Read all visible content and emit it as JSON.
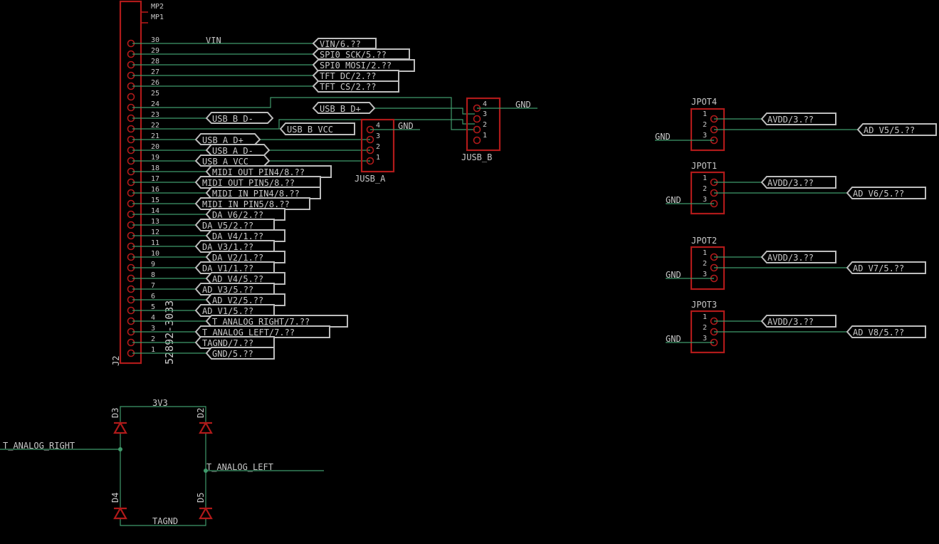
{
  "colors": {
    "background": "#000000",
    "wire": "#3f9a6b",
    "part": "#b01a1a",
    "text": "#c8c8c8",
    "flag_border": "#bdbdbd"
  },
  "connector_j2": {
    "name": "J2",
    "value": "52892-3033",
    "mount_pins": [
      "MP2",
      "MP1"
    ],
    "pin_numbers": [
      "30",
      "29",
      "28",
      "27",
      "26",
      "25",
      "24",
      "23",
      "22",
      "21",
      "20",
      "19",
      "18",
      "17",
      "16",
      "15",
      "14",
      "13",
      "12",
      "11",
      "10",
      "9",
      "8",
      "7",
      "6",
      "5",
      "4",
      "3",
      "2",
      "1"
    ],
    "vin_label": "VIN"
  },
  "net_flags": [
    "VIN/6.??",
    "SPI0_SCK/5.??",
    "SPI0_MOSI/2.??",
    "TFT_DC/2.??",
    "TFT_CS/2.??",
    "USB_B_D-",
    "USB_B_D+",
    "USB_B_VCC",
    "USB_A_D+",
    "USB_A_D-",
    "USB_A_VCC",
    "MIDI_OUT_PIN4/8.??",
    "MIDI_OUT_PIN5/8.??",
    "MIDI_IN_PIN4/8.??",
    "MIDI_IN_PIN5/8.??",
    "DA_V6/2.??",
    "DA_V5/2.??",
    "DA_V4/1.??",
    "DA_V3/1.??",
    "DA_V2/1.??",
    "DA_V1/1.??",
    "AD_V4/5.??",
    "AD_V3/5.??",
    "AD_V2/5.??",
    "AD_V1/5.??",
    "T_ANALOG_RIGHT/7.??",
    "T_ANALOG_LEFT/7.??",
    "TAGND/7.??",
    "GND/5.??"
  ],
  "headers": {
    "jusb_a": {
      "name": "JUSB_A",
      "pins": [
        "4",
        "3",
        "2",
        "1"
      ],
      "gnd": "GND"
    },
    "jusb_b": {
      "name": "JUSB_B",
      "pins": [
        "4",
        "3",
        "2",
        "1"
      ],
      "gnd": "GND"
    }
  },
  "pots": [
    {
      "name": "JPOT4",
      "pins": [
        "1",
        "2",
        "3"
      ],
      "avdd": "AVDD/3.??",
      "ad": "AD_V5/5.??",
      "gnd": "GND"
    },
    {
      "name": "JPOT1",
      "pins": [
        "1",
        "2",
        "3"
      ],
      "avdd": "AVDD/3.??",
      "ad": "AD_V6/5.??",
      "gnd": "GND"
    },
    {
      "name": "JPOT2",
      "pins": [
        "1",
        "2",
        "3"
      ],
      "avdd": "AVDD/3.??",
      "ad": "AD_V7/5.??",
      "gnd": "GND"
    },
    {
      "name": "JPOT3",
      "pins": [
        "1",
        "2",
        "3"
      ],
      "avdd": "AVDD/3.??",
      "ad": "AD_V8/5.??",
      "gnd": "GND"
    }
  ],
  "diodes": {
    "names": [
      "D3",
      "D2",
      "D4",
      "D5"
    ],
    "net_3v3": "3V3",
    "net_tagnd": "TAGND",
    "net_right": "T_ANALOG_RIGHT",
    "net_left": "T_ANALOG_LEFT"
  }
}
